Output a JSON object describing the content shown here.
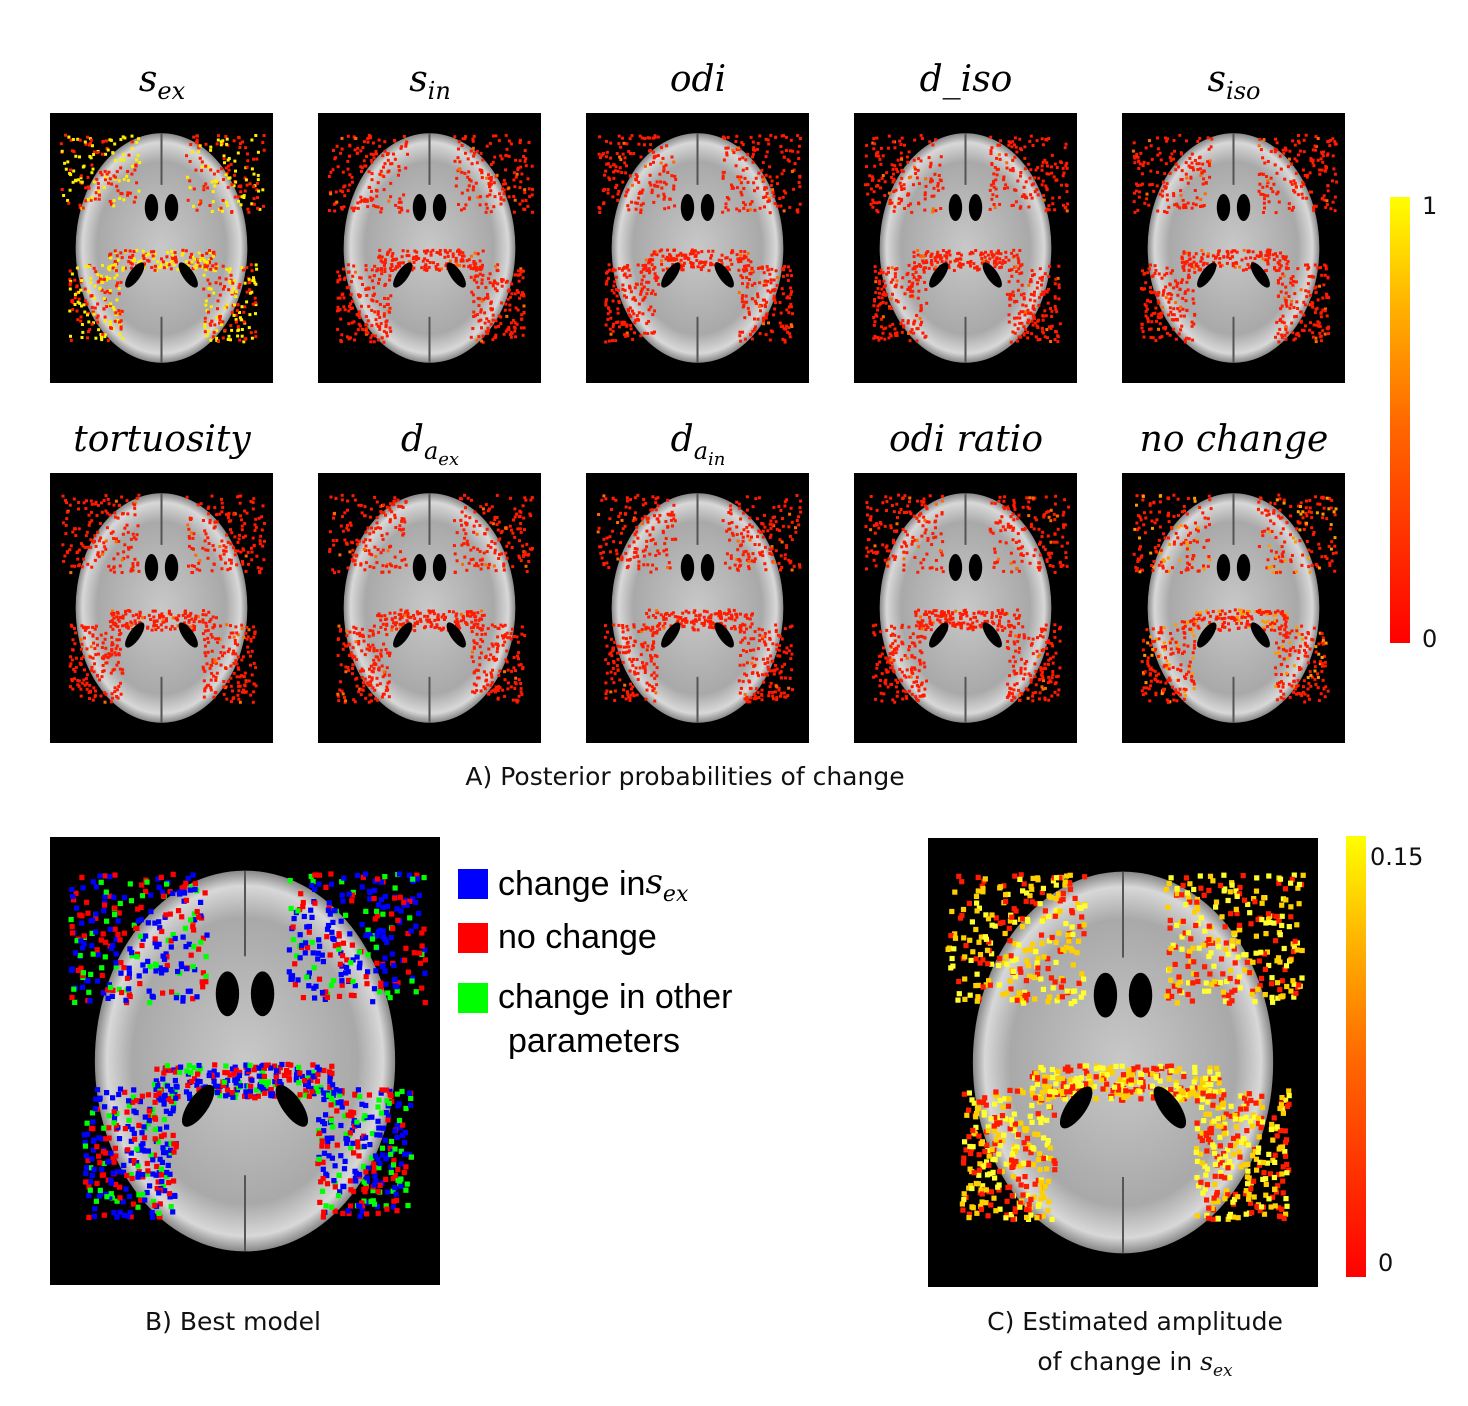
{
  "panel_a": {
    "titles": [
      {
        "base": "s",
        "sub": "ex"
      },
      {
        "base": "s",
        "sub": "in"
      },
      {
        "base": "odi",
        "sub": ""
      },
      {
        "base": "d_iso",
        "sub": ""
      },
      {
        "base": "s",
        "sub": "iso"
      },
      {
        "base": "tortuosity",
        "sub": ""
      },
      {
        "base": "d",
        "sub": "a",
        "subsub": "ex"
      },
      {
        "base": "d",
        "sub": "a",
        "subsub": "in"
      },
      {
        "base": "odi ratio",
        "sub": ""
      },
      {
        "base": "no change",
        "sub": ""
      }
    ],
    "colorbar": {
      "max_label": "1",
      "min_label": "0"
    },
    "caption": "A) Posterior  probabilities  of change"
  },
  "panel_b": {
    "legend": [
      {
        "label": "change in ",
        "sym": "s",
        "sub": "ex",
        "color": "#0000ff"
      },
      {
        "label": "no change",
        "color": "#ff0000"
      },
      {
        "label": "change in other",
        "color": "#00ff00"
      },
      {
        "label": "parameters"
      }
    ],
    "caption": "B) Best model"
  },
  "panel_c": {
    "colorbar": {
      "max_label": "0.15",
      "min_label": "0"
    },
    "caption_line1": "C) Estimated amplitude",
    "caption_line2": "of change in ",
    "caption_sym": "s",
    "caption_sub": "ex"
  },
  "colors": {
    "low": "#ff0000",
    "high": "#ffff00",
    "blue": "#0000ff",
    "green": "#00ff00"
  }
}
